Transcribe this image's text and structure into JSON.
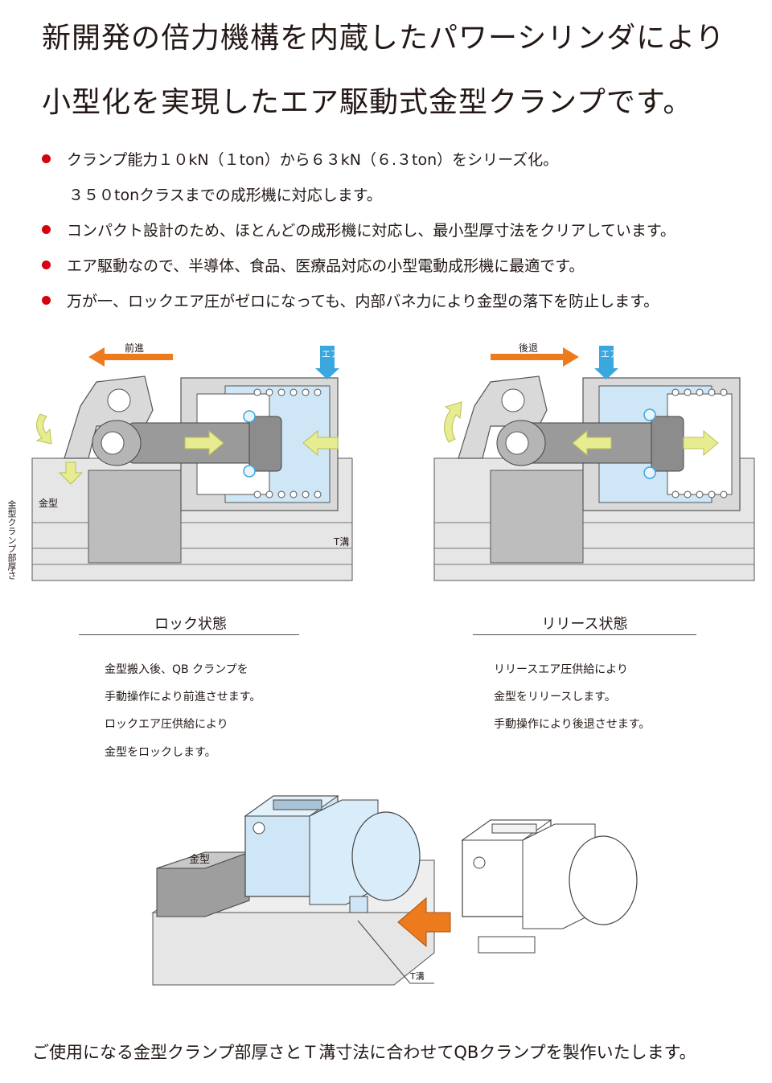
{
  "headline": {
    "line1": "新開発の倍力機構を内蔵したパワーシリンダにより",
    "line2": "小型化を実現したエア駆動式金型クランプです。"
  },
  "features": [
    {
      "text": "クランプ能力１０kN（１ton）から６３kN（６.３ton）をシリーズ化。",
      "continuation": "３５０tonクラスまでの成形機に対応します。"
    },
    {
      "text": "コンパクト設計のため、ほとんどの成形機に対応し、最小型厚寸法をクリアしています。"
    },
    {
      "text": "エア駆動なので、半導体、食品、医療品対応の小型電動成形機に最適です。"
    },
    {
      "text": "万が一、ロックエア圧がゼロになっても、内部バネ力により金型の落下を防止します。"
    }
  ],
  "lock_diagram": {
    "direction_label": "前進",
    "air_label": "エア",
    "mold_label": "金型",
    "tslot_label": "T溝",
    "thickness_label": "金型クランプ部厚さ"
  },
  "release_diagram": {
    "direction_label": "後退",
    "air_label": "エア"
  },
  "lock_state": {
    "title": "ロック状態",
    "lines": [
      "金型搬入後、QB クランプを",
      "手動操作により前進させます。",
      "ロックエア圧供給により",
      "金型をロックします。"
    ]
  },
  "release_state": {
    "title": "リリース状態",
    "lines": [
      "リリースエア圧供給により",
      "金型をリリースします。",
      "手動操作により後退させます。"
    ]
  },
  "iso": {
    "mold_label": "金型",
    "tslot_label": "T溝"
  },
  "footer": "ご使用になる金型クランプ部厚さとＴ溝寸法に合わせてQBクランプを製作いたします。",
  "colors": {
    "bullet": "#d7000f",
    "arrow_orange": "#ee7a1e",
    "air_blue": "#3aa7df",
    "fluid_blue": "#cfe6f6",
    "body_gray": "#d9d9d9",
    "piston_gray": "#9a9a9a",
    "yellow_arrow": "#e6ec8f"
  }
}
